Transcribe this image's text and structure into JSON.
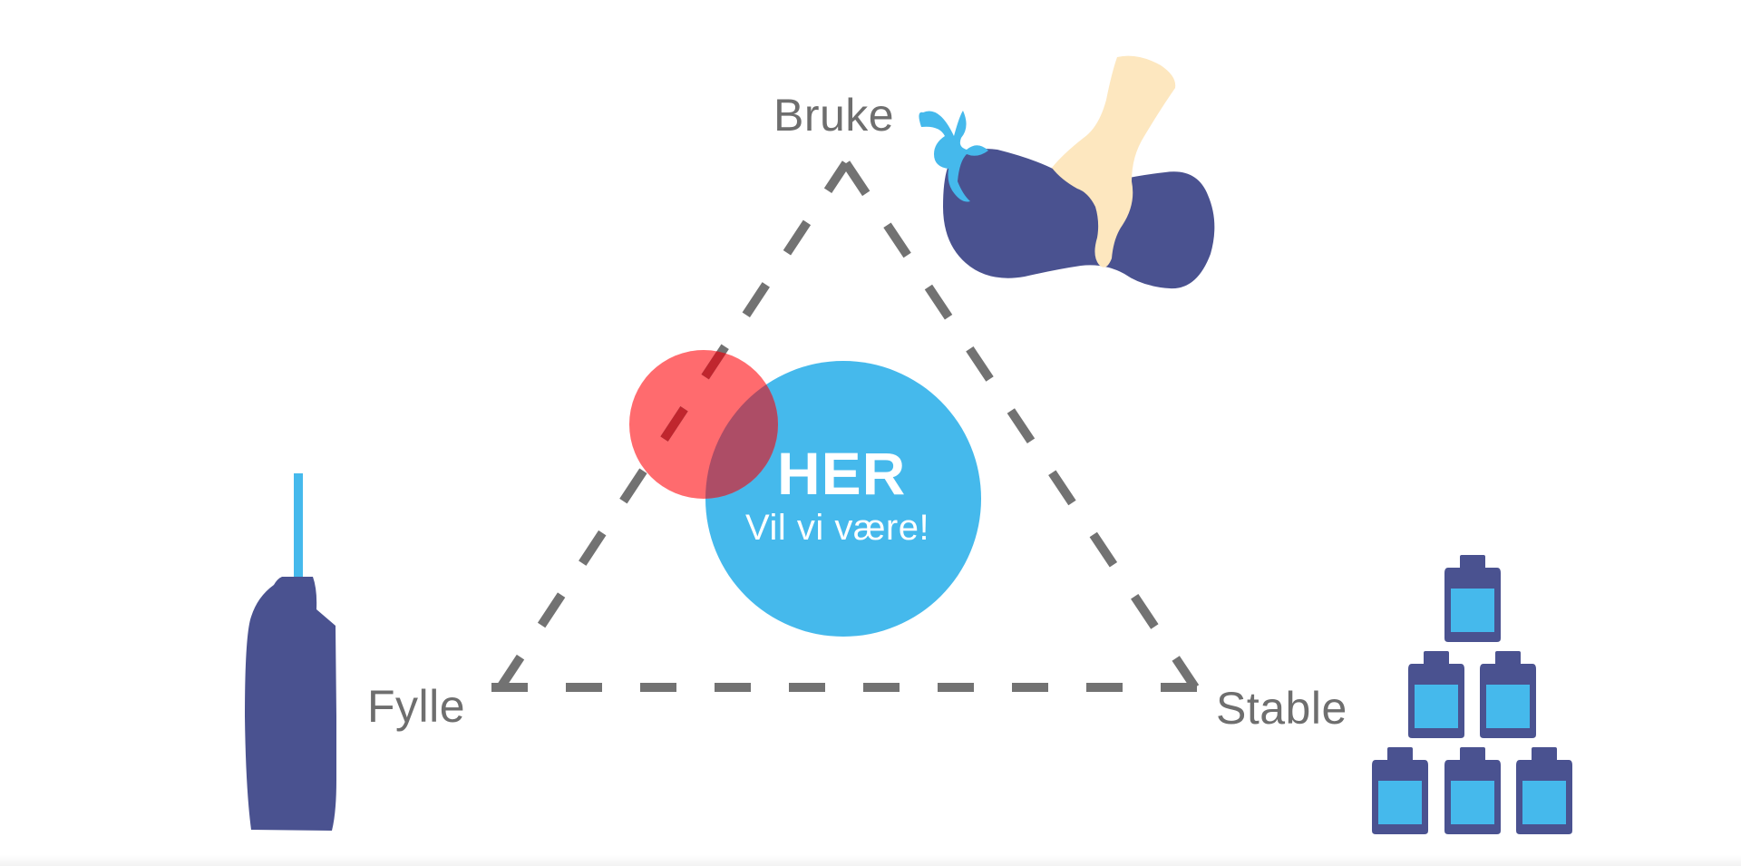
{
  "diagram": {
    "vertices": {
      "top": "Bruke",
      "left": "Fylle",
      "right": "Stable"
    },
    "target": {
      "title": "HER",
      "subtitle": "Vil vi være!"
    }
  },
  "colors": {
    "edge": "#727272",
    "label": "#6e6e6e",
    "bottle": "#4a5290",
    "accent_blue": "#45b9ec",
    "red_circle": "#ff6b6e",
    "overlap": "#ad4d66",
    "hand": "#fde7bf"
  },
  "icons": {
    "left": "bottle-with-tube-icon",
    "top": "hand-squeezing-bottle-icon",
    "right": "stacked-bottles-icon"
  }
}
